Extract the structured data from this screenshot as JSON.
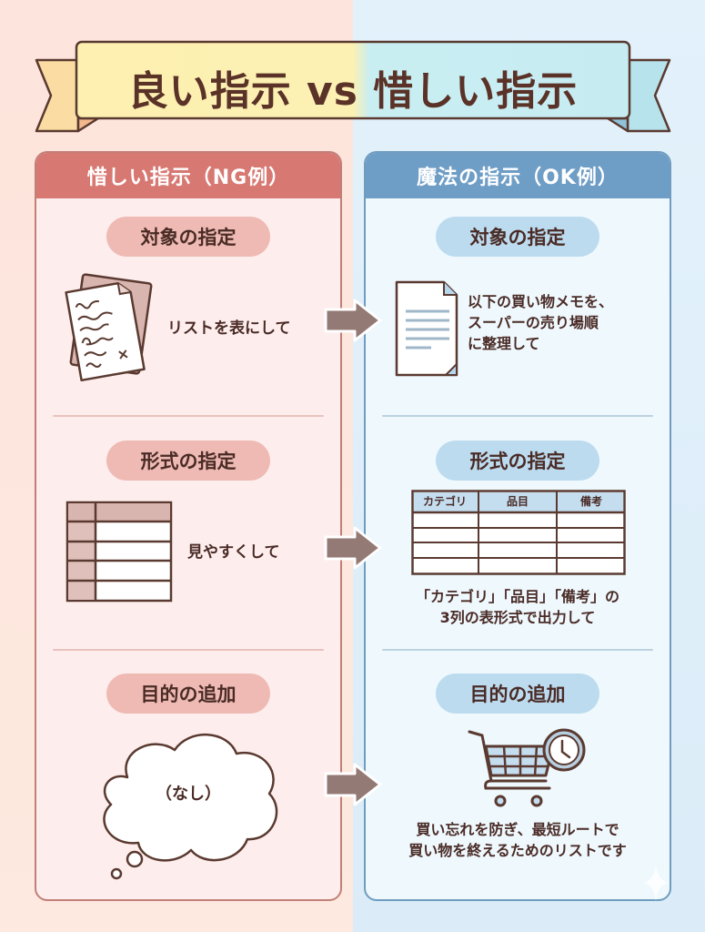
{
  "banner": {
    "title": "良い指示 vs 惜しい指示",
    "colors": {
      "left": "#fdf0b0",
      "right": "#c8eef2",
      "border": "#5a3a30",
      "ribbon_left": "#fbd9a0",
      "ribbon_right": "#a9dde8"
    }
  },
  "panels": {
    "ng": {
      "header": "惜しい指示（NG例）",
      "accent": "#d87872",
      "sections": [
        {
          "pill": "対象の指定",
          "text": "リストを表にして",
          "icon": "messy-note-icon"
        },
        {
          "pill": "形式の指定",
          "text": "見やすくして",
          "icon": "plain-table-icon"
        },
        {
          "pill": "目的の追加",
          "text": "（なし）",
          "icon": "thought-cloud-icon"
        }
      ]
    },
    "ok": {
      "header": "魔法の指示（OK例）",
      "accent": "#6e9dc6",
      "sections": [
        {
          "pill": "対象の指定",
          "lines": [
            "以下の買い物メモを、",
            "スーパーの売り場順",
            "に整理して"
          ],
          "icon": "document-icon"
        },
        {
          "pill": "形式の指定",
          "table_headers": [
            "カテゴリ",
            "品目",
            "備考"
          ],
          "lines": [
            "「カテゴリ」「品目」「備考」の",
            "3列の表形式で出力して"
          ],
          "icon": "labeled-table-icon"
        },
        {
          "pill": "目的の追加",
          "lines": [
            "買い忘れを防ぎ、最短ルートで",
            "買い物を終えるためのリストです"
          ],
          "icon": "shopping-cart-clock-icon"
        }
      ]
    }
  },
  "arrows": {
    "color": "#947a74",
    "icon": "right-arrow-icon"
  }
}
